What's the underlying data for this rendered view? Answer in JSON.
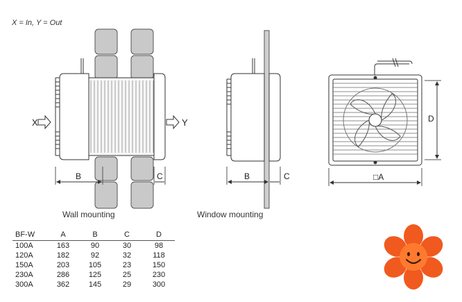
{
  "legend": "X = In, Y = Out",
  "labels": {
    "x_in": "X",
    "y_out": "Y",
    "dim_b_wall": "B",
    "dim_c_wall": "C",
    "dim_b_window": "B",
    "dim_c_window": "C",
    "dim_d": "D",
    "dim_a": "□A"
  },
  "captions": {
    "wall": "Wall mounting",
    "window": "Window mounting"
  },
  "table": {
    "headers": [
      "BF-W",
      "A",
      "B",
      "C",
      "D"
    ],
    "rows": [
      [
        "100A",
        "163",
        "90",
        "30",
        "98"
      ],
      [
        "120A",
        "182",
        "92",
        "32",
        "118"
      ],
      [
        "150A",
        "203",
        "105",
        "23",
        "150"
      ],
      [
        "230A",
        "286",
        "125",
        "25",
        "230"
      ],
      [
        "300A",
        "362",
        "145",
        "29",
        "300"
      ]
    ]
  },
  "colors": {
    "wall_fill": "#c9c9c9",
    "pane_fill": "#cfcfcf",
    "flower_petal": "#f05a1e",
    "flower_center": "#ff7a2e"
  },
  "icons": [
    "flower-smiley-icon"
  ]
}
